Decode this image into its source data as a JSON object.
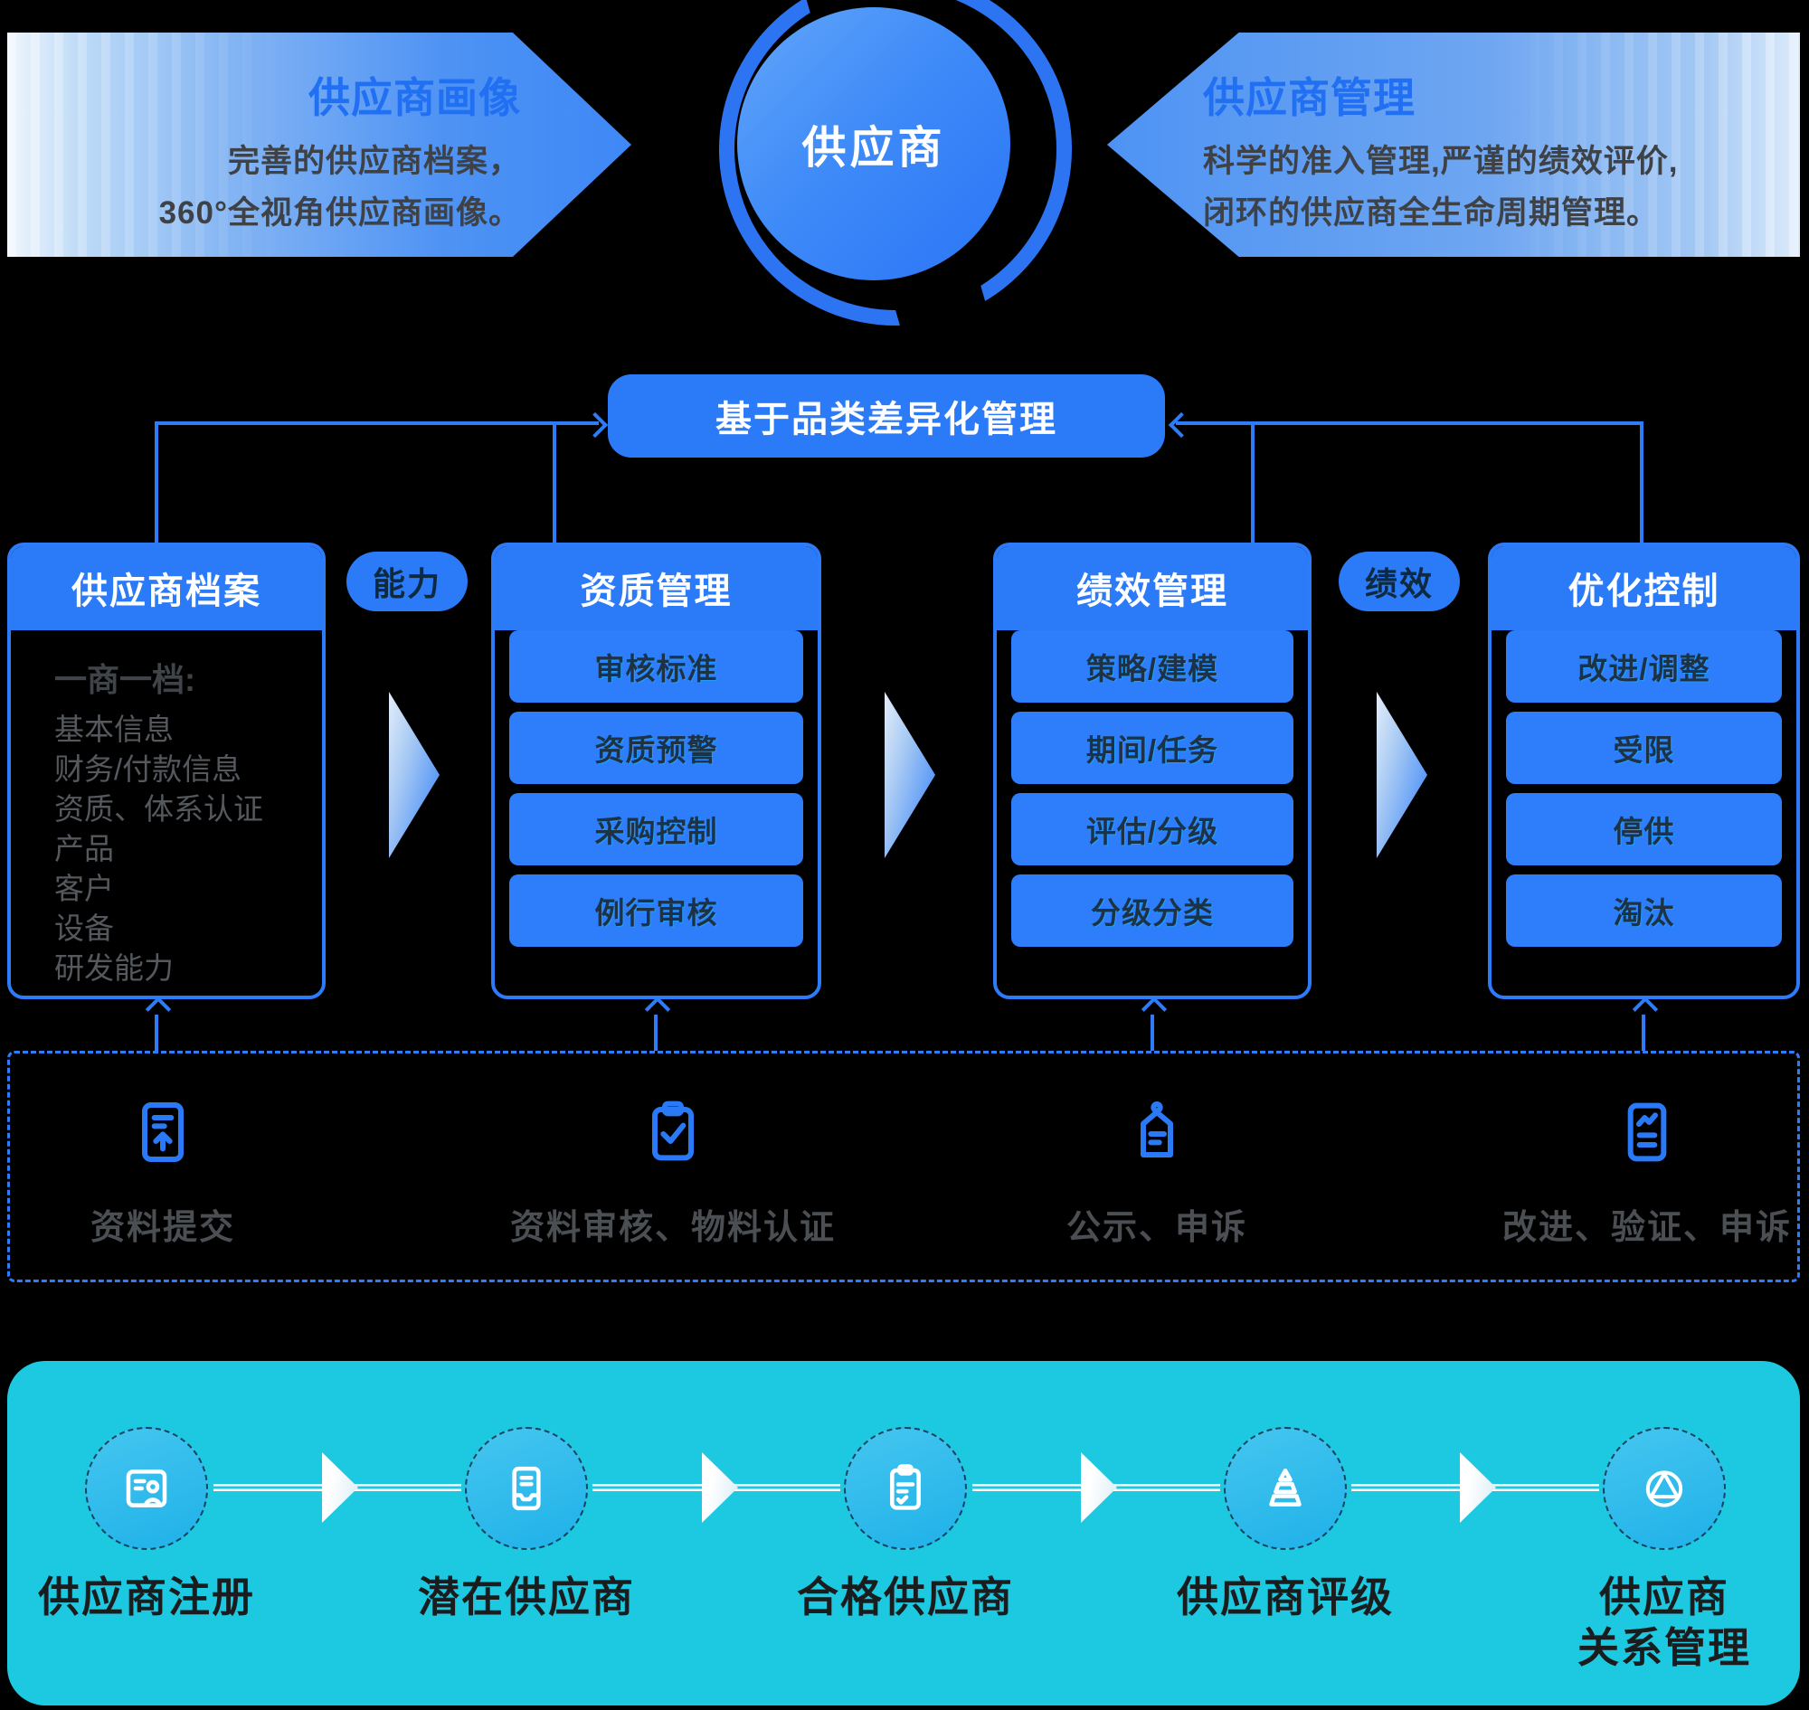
{
  "banners": {
    "left": {
      "title": "供应商画像",
      "line1": "完善的供应商档案，",
      "line2": "360°全视角供应商画像。"
    },
    "right": {
      "title": "供应商管理",
      "line1": "科学的准入管理,严谨的绩效评价,",
      "line2": "闭环的供应商全生命周期管理。"
    }
  },
  "center_circle": {
    "label": "供应商"
  },
  "category_box": {
    "label": "基于品类差异化管理"
  },
  "pills": [
    {
      "label": "能力"
    },
    {
      "label": "绩效"
    }
  ],
  "columns": [
    {
      "title": "供应商档案",
      "list_title": "一商一档:",
      "list": [
        "基本信息",
        "财务/付款信息",
        "资质、体系认证",
        "产品",
        "客户",
        "设备",
        "研发能力"
      ]
    },
    {
      "title": "资质管理",
      "items": [
        "审核标准",
        "资质预警",
        "采购控制",
        "例行审核"
      ]
    },
    {
      "title": "绩效管理",
      "items": [
        "策略/建模",
        "期间/任务",
        "评估/分级",
        "分级分类"
      ]
    },
    {
      "title": "优化控制",
      "items": [
        "改进/调整",
        "受限",
        "停供",
        "淘汰"
      ]
    }
  ],
  "process_band": {
    "groups": [
      {
        "icon": "document-upload-icon",
        "label": "资料提交"
      },
      {
        "icon": "clipboard-check-icon",
        "label": "资料审核、物料认证"
      },
      {
        "icon": "tag-icon",
        "label": "公示、申诉"
      },
      {
        "icon": "chart-document-icon",
        "label": "改进、验证、申诉"
      }
    ]
  },
  "lifecycle": {
    "steps": [
      {
        "icon": "id-card-icon",
        "label_lines": [
          "供应商注册"
        ]
      },
      {
        "icon": "inbox-device-icon",
        "label_lines": [
          "潜在供应商"
        ]
      },
      {
        "icon": "clipboard-list-icon",
        "label_lines": [
          "合格供应商"
        ]
      },
      {
        "icon": "pyramid-icon",
        "label_lines": [
          "供应商评级"
        ]
      },
      {
        "icon": "network-icon",
        "label_lines": [
          "供应商",
          "关系管理"
        ]
      }
    ]
  },
  "colors": {
    "primary_blue": "#2b7af8",
    "connector_blue": "#2e7cf7",
    "panel_cyan": "#1cc9e0",
    "banner_title_blue": "#2170f4",
    "item_text_dark": "#1d3245"
  }
}
